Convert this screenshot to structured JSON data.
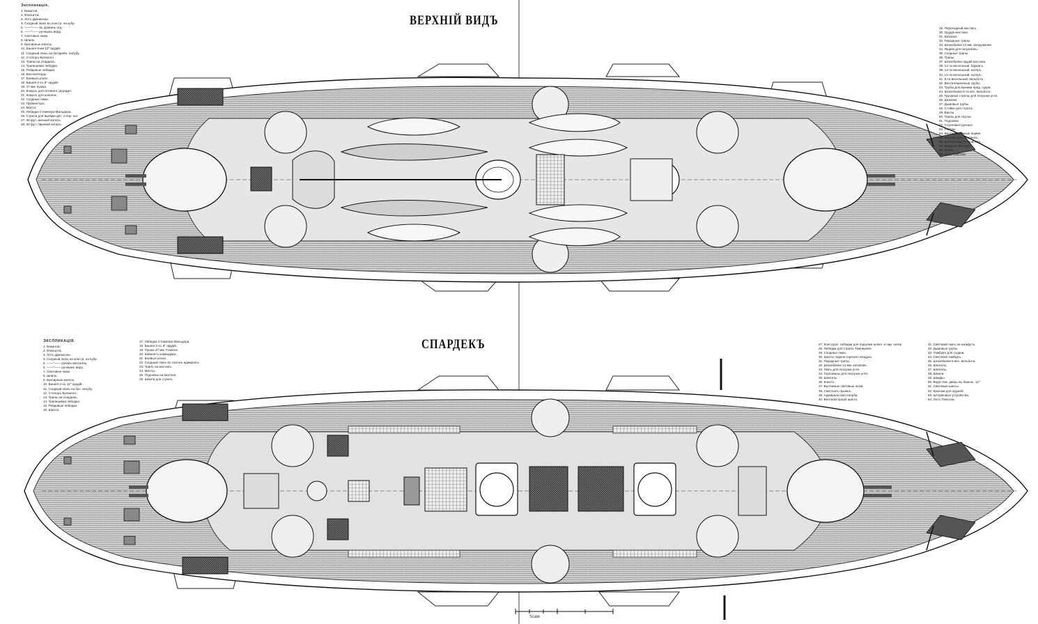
{
  "plate": {
    "upper_title": "ВЕРХНІЙ ВИДЪ",
    "lower_title": "СПАРДЕКЪ"
  },
  "legend_upper_left": {
    "heading": "Экспликація.",
    "items": [
      "1. Бакштов.",
      "2. Флагшток.",
      "3. Лотъ Джемсона.",
      "4. Сходный люкъ въ констр. на кубр.",
      "5. ——\"—— въ уровень отд.",
      "6. ——\"—— ручнымъ видъ.",
      "7. Световые люки.",
      "8. Шпиль.",
      "9. Буксирные кнехты.",
      "10. Башня 8-ми 12\" орудій.",
      "11. Сходный люкъ на батарейн. палубу.",
      "12. Стопоръ Буланого.",
      "13. Трапы на спардекъ.",
      "14. Трапецевая лебедка.",
      "15. Рейдовые лебедки.",
      "16. Вентиляторы.",
      "17. Боевыя штаги.",
      "18. Башня 2-хъ 6\" орудій.",
      "19. 47 мм. пушка.",
      "20. Кожухъ для сетевого заградит.",
      "21. Кожухъ для шлюпок.",
      "22. Сходные люки.",
      "23. Прожекторъ.",
      "24. Мачта.",
      "25. Лебедка Стомпера-Мальдера.",
      "26. Стрела для выемки дес. и пар. кат.",
      "27. 36 фут. минный катеръ.",
      "28. 40 фут. паровой катеръ."
    ]
  },
  "legend_upper_right": {
    "items": [
      "29. Переходный мостикъ.",
      "30. Орудія мостика.",
      "31. Шлюпки.",
      "32. Парадные трапы.",
      "33. Шлюпбалки 14 мм. вооружения.",
      "34. Ящики для патроновъ.",
      "35. Сходные трапы.",
      "36. Трапы.",
      "37. Шлюпбалки орудій мостика.",
      "38. 14-ти весельный. баркасъ.",
      "39. 14-ти весельный. катеръ.",
      "40. 14-ти весельный. катеръ.",
      "41. 6-ти весельный. вельботъ.",
      "42. Вентиляционныя трубы.",
      "43. Трубы для выемки пред. судов.",
      "44. Шлюпбалки 6-ти вес. вельбота.",
      "45. Грузовыя стрелы для погрузки угля.",
      "46. Шлюпки.",
      "47. Дымовыя трубы.",
      "48. Стойки для стрелъ.",
      "49. Ванты.",
      "50. Трапы для спуска.",
      "51. Подъемы.",
      "52. Спусковыя ручныя.",
      "53. Ростры.",
      "54. Вентиляционные ящики.",
      "55. Крышки для сходныхъ.",
      "56. Шлюпочные устройства.",
      "57. Входные мостики.",
      "58. Трапъ.",
      "59. Лотъ Томсона."
    ]
  },
  "legend_lower_left": {
    "heading": "ЭКСПЛИКАЦІЯ.",
    "items": [
      "1. Бакштов.",
      "2. Флагшток.",
      "3. Лотъ Джемсона.",
      "4. Сходный люкъ на констр. на кубр.",
      "5. ——\"—— рукавъ вентиляц.",
      "6. ——\"—— ручнымъ видъ.",
      "7. Световые люки.",
      "8. Шпиль.",
      "9. Буксирные кнехты.",
      "10. Башня 2-хъ 12\" орудій.",
      "11. Сходный люкъ на бат. палубу.",
      "12. Стопоръ Буланого.",
      "13. Трапы на спардекъ.",
      "14. Трапецевая лебедка.",
      "15. Рейдовые лебедки.",
      "16. Шахты."
    ]
  },
  "legend_lower_mid": {
    "items": [
      "17. Лебедка Стомпера Мальдера.",
      "18. Башня 2-хъ 6\" орудій.",
      "19. Пушка 47 мм. Гочкиса.",
      "20. Кабинетъ командира.",
      "21. Боевыя штаги.",
      "22. Сходный люкъ въ салонъ адмирала.",
      "23. Трапъ на мостикъ.",
      "24. Мачты.",
      "25. Подъемы на вахтенн.",
      "26. Шпили для стрелъ."
    ]
  },
  "legend_lower_right1": {
    "items": [
      "27. Конструкт. лебедки для подъема шлюп. и пар. катер.",
      "28. Лебедки для стрелъ Темперлея.",
      "29. Сходные люки.",
      "30. Шахты подачи горячаго воздуха.",
      "31. Парадные трапы.",
      "32. Шлюпбалки 14 мм. катеровъ.",
      "33. Люкъ для погрузки угля.",
      "34. Горловины для погрузки угля.",
      "35. Шпигаты.",
      "36. Кнехтъ.",
      "37. Вытяжные световые люки.",
      "38. Светлыхъ пушекъ.",
      "39. Адмиральская палуба.",
      "40. Вентиляторная шахта."
    ]
  },
  "legend_lower_right2": {
    "items": [
      "41. Световой люкъ на шкафутъ.",
      "42. Дымовыя трубы.",
      "43. Тамбуръ для сходни.",
      "44. Световой тамбуръ.",
      "45. Шлюпбалки 6 вес. вельбота.",
      "46. Шпигаты.",
      "47. Шпигаты.",
      "48. Шпили.",
      "49. Шкафы.",
      "50. Водо-тем. дверь въ башню. 12\"",
      "51. Световые шахты.",
      "52. Крышки для оружей.",
      "53. Штормовыя устройства.",
      "54. Лотъ Томсона."
    ]
  },
  "scale": {
    "label": "Scale"
  }
}
